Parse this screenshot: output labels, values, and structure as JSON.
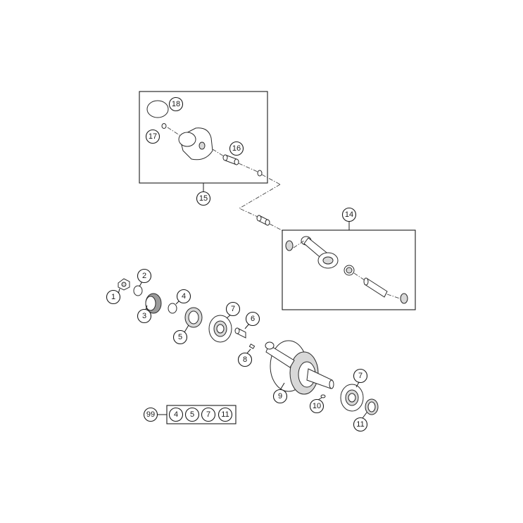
{
  "callouts": {
    "c1": "1",
    "c2": "2",
    "c3": "3",
    "c4": "4",
    "c5": "5",
    "c6": "6",
    "c7a": "7",
    "c7b": "7",
    "c8": "8",
    "c9": "9",
    "c10": "10",
    "c11": "11",
    "c14": "14",
    "c15": "15",
    "c16": "16",
    "c17": "17",
    "c18": "18"
  },
  "kit": {
    "label": "99",
    "items": [
      "4",
      "5",
      "7",
      "11"
    ]
  }
}
